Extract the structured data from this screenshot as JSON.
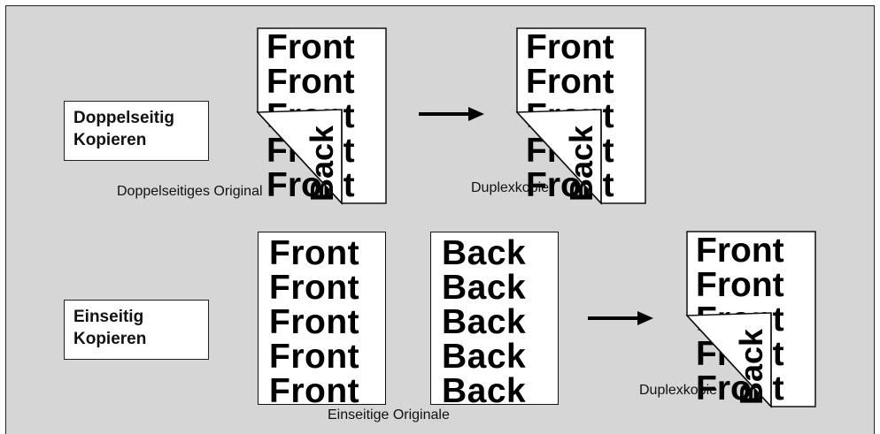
{
  "rows": [
    {
      "mode_label_lines": [
        "Doppelseitig",
        "Kopieren"
      ],
      "original_caption": "Doppelseitiges Original",
      "result_caption": "Duplexkopie"
    },
    {
      "mode_label_lines": [
        "Einseitig",
        "Kopieren"
      ],
      "original_caption": "Einseitige Originale",
      "result_caption": "Duplexkopie"
    }
  ],
  "front_sheet_lines": [
    "Front",
    "Front",
    "Front",
    "Front",
    "Front"
  ],
  "back_sheet_lines": [
    "Back",
    "Back",
    "Back",
    "Back",
    "Back"
  ],
  "curl_text": "Back",
  "colors": {
    "panel": "#d6d6d6",
    "border": "#222222",
    "ink": "#000000",
    "paper": "#ffffff"
  }
}
